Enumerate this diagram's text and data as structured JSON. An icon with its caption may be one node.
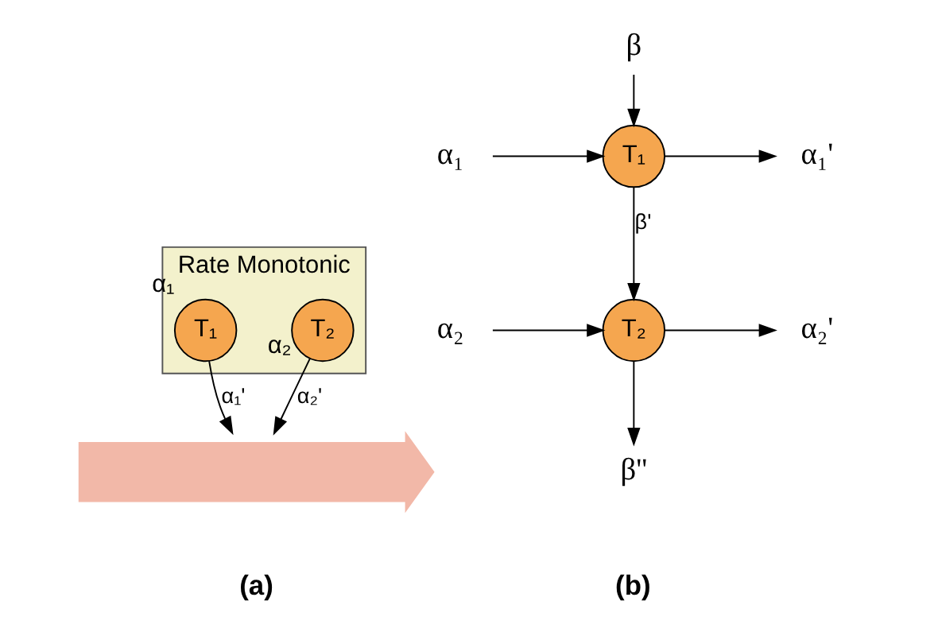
{
  "diagram": {
    "nodes": [
      {
        "text": [
          "Rate Monotonic"
        ]
      },
      {
        "text": [
          "T₁"
        ],
        "in": 0,
        "beside": [
          "α₁"
        ]
      },
      {
        "text": [
          "T₂"
        ],
        "in": 0,
        "beside": [
          "α₂"
        ]
      },
      {
        "text": [],
        "shape": "arrow"
      },
      {
        "text": [
          "α₁"
        ]
      },
      {
        "text": [
          "β"
        ]
      },
      {
        "text": [
          "T₁"
        ]
      },
      {
        "text": [
          "α₁'"
        ]
      },
      {
        "text": [
          "α₂"
        ]
      },
      {
        "text": [
          "T₂"
        ]
      },
      {
        "text": [
          "α₂'"
        ]
      },
      {
        "text": [
          "β''"
        ]
      }
    ],
    "edges": [
      {
        "from": 1,
        "to": 3,
        "arrow": "to",
        "label": "α₁'"
      },
      {
        "from": 2,
        "to": 3,
        "arrow": "to",
        "label": "α₂'"
      },
      {
        "from": 4,
        "to": 6,
        "arrow": "to"
      },
      {
        "from": 5,
        "to": 6,
        "arrow": "to"
      },
      {
        "from": 6,
        "to": 7,
        "arrow": "to"
      },
      {
        "from": 6,
        "to": 9,
        "arrow": "to",
        "label": "β'"
      },
      {
        "from": 8,
        "to": 9,
        "arrow": "to"
      },
      {
        "from": 9,
        "to": 10,
        "arrow": "to"
      },
      {
        "from": 9,
        "to": 11,
        "arrow": "to"
      }
    ],
    "labels": [
      "(a)",
      "(b)"
    ]
  }
}
